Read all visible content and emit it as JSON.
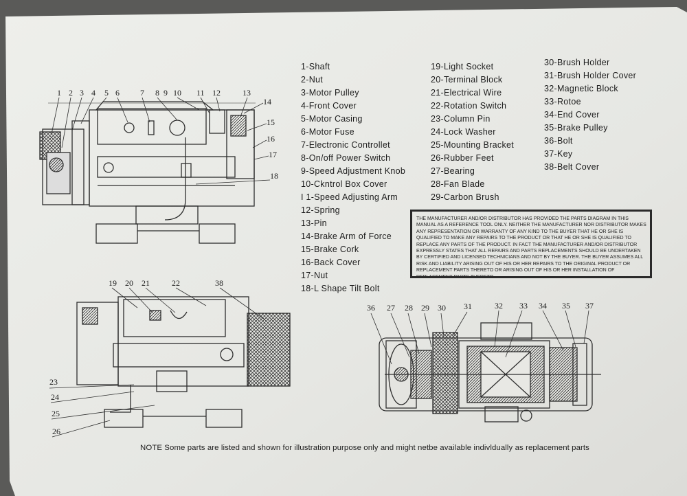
{
  "parts": {
    "col1": [
      "1-Shaft",
      "2-Nut",
      "3-Motor Pulley",
      "4-Front  Cover",
      "5-Motor  Casing",
      "6-Motor  Fuse",
      "7-Electronic  Controllet",
      "8-On/off  Power Switch",
      "9-Speed  Adjustment Knob",
      "10-Ckntrol  Box Cover",
      "I 1-Speed  Adjusting  Arm",
      "12-Spring",
      "13-Pin",
      "14-Brake  Arm  of  Force",
      "15-Brake  Cork",
      "16-Back  Cover",
      "17-Nut",
      "18-L  Shape  Tilt  Bolt"
    ],
    "col2": [
      "19-Light  Socket",
      "20-Terminal  Block",
      "21-Electrical  Wire",
      "22-Rotation  Switch",
      "23-Column  Pin",
      "24-Lock  Washer",
      "25-Mounting  Bracket",
      "26-Rubber  Feet",
      "27-Bearing",
      "28-Fan  Blade",
      "29-Carbon  Brush"
    ],
    "col3": [
      "30-Brush  Holder",
      "31-Brush  Holder  Cover",
      "32-Magnetic  Block",
      "33-Rotoe",
      "34-End  Cover",
      "35-Brake  Pulley",
      "36-Bolt",
      "37-Key",
      "38-Belt  Cover"
    ]
  },
  "disclaimer": "THE MANUFACTURER AND/OR DISTRIBUTOR HAS PROVIDED THE PARTS DIAGRAM IN THIS MANUAL AS A REFERENCE TOOL ONLY. NEITHER THE MANUFACTURER NOR DISTRIBUTOR MAKES ANY REPRESENTATION OR WARRANTY OF ANY KIND TO THE BUYER THAT HE OR SHE IS QUALIFIED TO MAKE ANY REPAIRS TO THE PRODUCT OR THAT HE OR SHE IS QUALIFIED TO REPLACE ANY PARTS OF THE PRODUCT. IN FACT THE MANUFACTURER AND/OR DISTRIBUTOR EXPRESSLY STATES THAT ALL REPAIRS AND PARTS REPLACEMENTS SHOULD BE UNDERTAKEN BY CERTIFIED AND LICENSED TECHNICIANS AND NOT BY THE BUYER. THE BUYER ASSUMES ALL RISK AND LIABILITY ARISING OUT OF HIS OR HER REPAIRS TO THE ORIGINAL PRODUCT OR REPLACEMENT PARTS THERETO OR ARISING OUT OF HIS OR HER INSTALLATION OF REPLACEMENT PARTS THERETO.",
  "note": "NOTE Some parts are listed and shown for illustration purpose only and might netbe available indivldually as replacement parts",
  "callouts": {
    "top": [
      "1",
      "2",
      "3",
      "4",
      "5",
      "6",
      "7",
      "8",
      "9",
      "10",
      "11",
      "12",
      "13",
      "14",
      "15",
      "16",
      "17",
      "18"
    ],
    "bottom_left": [
      "19",
      "20",
      "21",
      "22",
      "38",
      "23",
      "24",
      "25",
      "26"
    ],
    "bottom_right": [
      "36",
      "27",
      "28",
      "29",
      "30",
      "31",
      "32",
      "33",
      "34",
      "35",
      "37"
    ]
  },
  "colors": {
    "paper": "#e9eae6",
    "ink": "#2a2a2a",
    "background": "#5a5a58"
  }
}
